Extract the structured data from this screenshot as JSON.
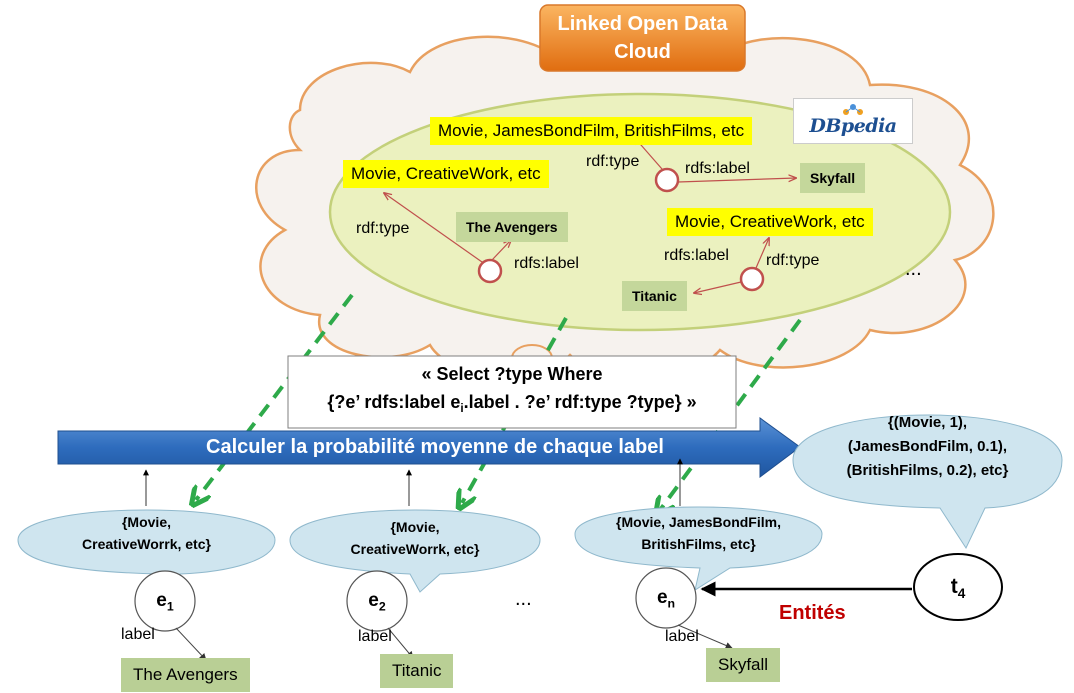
{
  "lod_title": "Linked Open Data Cloud",
  "dbpedia_logo": "DBpedia",
  "cloud": {
    "skyfall_types": "Movie, JamesBondFilm, BritishFilms, etc",
    "avengers_types": "Movie, CreativeWork, etc",
    "titanic_types": "Movie, CreativeWork, etc",
    "rdf_type": "rdf:type",
    "rdfs_label": "rdfs:label",
    "skyfall": "Skyfall",
    "avengers": "The Avengers",
    "titanic": "Titanic",
    "ellipsis": "..."
  },
  "query": {
    "line1": "« Select ?type Where",
    "line2_a": "{?e’ rdfs:label e",
    "line2_sub": "i",
    "line2_b": ".label . ?e’ rdf:type ?type} »"
  },
  "arrow_label": "Calculer la probabilité moyenne de chaque label",
  "t4_bubble": {
    "line1": "{(Movie, 1),",
    "line2": "(JamesBondFilm,  0.1),",
    "line3": "(BritishFilms,  0.2), etc}"
  },
  "entities": [
    {
      "letter": "e",
      "sub": "1",
      "bubble1": "{Movie,",
      "bubble2": "CreativeWorrk,  etc}",
      "label": "label",
      "value": "The Avengers"
    },
    {
      "letter": "e",
      "sub": "2",
      "bubble1": "{Movie,",
      "bubble2": "CreativeWorrk,  etc}",
      "label": "label",
      "value": "Titanic"
    },
    {
      "letter": "e",
      "sub": "n",
      "bubble1": "{Movie, JamesBondFilm,",
      "bubble2": "BritishFilms,  etc}",
      "label": "label",
      "value": "Skyfall"
    }
  ],
  "middle_ellipsis": "...",
  "t4": {
    "letter": "t",
    "sub": "4"
  },
  "entites_label": "Entités",
  "colors": {
    "cloud_fill": "#f6f2ee",
    "cloud_stroke": "#e8a060",
    "ellipse_fill": "#ebf1bf",
    "ellipse_stroke": "#c3d07a",
    "blue_arrow": "#2f6fbd",
    "bubble": "#cfe5ef",
    "dashed": "#2eaa4a",
    "entites": "#c00000"
  }
}
